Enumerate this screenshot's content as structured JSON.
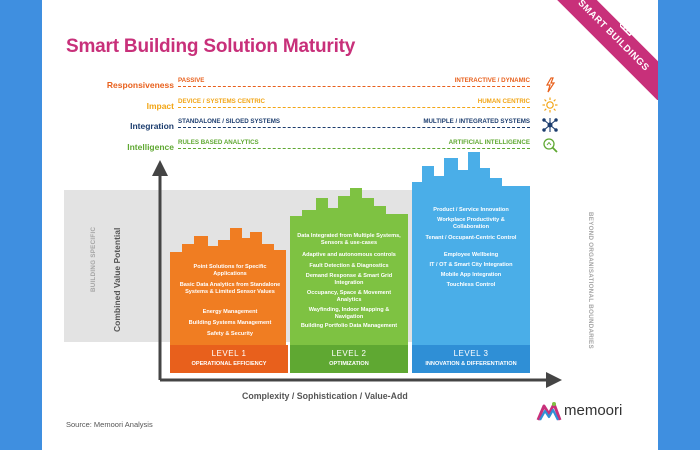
{
  "title": "Smart Building Solution Maturity",
  "banner": "SMART BUILDINGS",
  "rows": [
    {
      "label": "Responsiveness",
      "left": "PASSIVE",
      "right": "INTERACTIVE / DYNAMIC",
      "color": "#e8601c",
      "icon": "lightning-hand-icon"
    },
    {
      "label": "Impact",
      "left": "DEVICE / SYSTEMS CENTRIC",
      "right": "HUMAN CENTRIC",
      "color": "#f2a515",
      "icon": "sun-people-icon"
    },
    {
      "label": "Integration",
      "left": "STANDALONE / SILOED SYSTEMS",
      "right": "MULTIPLE / INTEGRATED SYSTEMS",
      "color": "#1c3d6e",
      "icon": "network-icon"
    },
    {
      "label": "Intelligence",
      "left": "RULES BASED ANALYTICS",
      "right": "ARTIFICIAL INTELLIGENCE",
      "color": "#5fa832",
      "icon": "ai-search-icon"
    }
  ],
  "side_left": "BUILDING SPECIFIC",
  "side_right": "BEYOND ORGANISATIONAL BOUNDARIES",
  "y_axis": "Combined Value Potential",
  "x_axis": "Complexity / Sophistication / Value-Add",
  "levels": [
    {
      "name": "LEVEL 1",
      "subtitle": "OPERATIONAL EFFICIENCY",
      "color": "#f07d22",
      "dark": "#e8601c",
      "items": [
        "Point Solutions for Specific Applications",
        "Basic Data Analytics from Standalone Systems & Limited Sensor Values",
        "Energy Management",
        "Building Systems Management",
        "Safety & Security"
      ]
    },
    {
      "name": "LEVEL 2",
      "subtitle": "OPTIMIZATION",
      "color": "#7ec242",
      "dark": "#5fa832",
      "items": [
        "Data Integrated from Multiple Systems, Sensors & use-cases",
        "Adaptive and autonomous controls",
        "Fault Detection & Diagnostics",
        "Demand Response & Smart Grid Integration",
        "Occupancy, Space & Movement Analytics",
        "Wayfinding, Indoor Mapping & Navigation",
        "Building Portfolio Data Management"
      ]
    },
    {
      "name": "LEVEL 3",
      "subtitle": "INNOVATION & DIFFERENTIATION",
      "color": "#4aaee8",
      "dark": "#2f8fd6",
      "items": [
        "Product / Service Innovation",
        "Workplace Productivity & Collaboration",
        "Tenant / Occupant-Centric Control",
        "Employee Wellbeing",
        "IT / OT & Smart City Integration",
        "Mobile App Integration",
        "Touchless Control"
      ]
    }
  ],
  "source": "Source: Memoori Analysis",
  "logo": "memoori"
}
